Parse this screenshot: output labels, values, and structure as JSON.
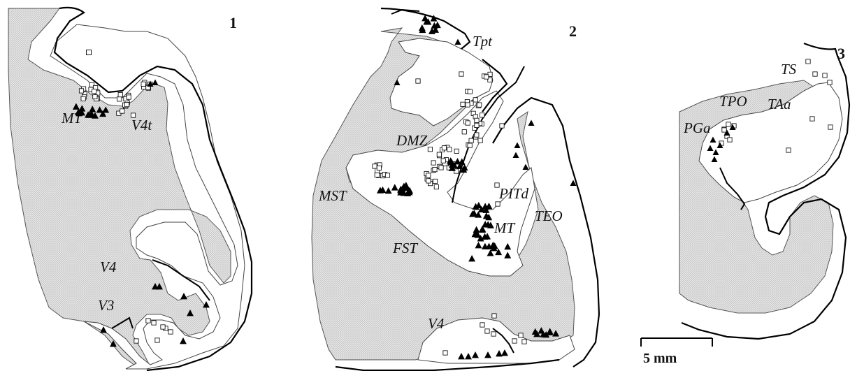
{
  "panels": [
    {
      "number": "1",
      "labels": [
        "MT",
        "V4t",
        "V4",
        "V3"
      ]
    },
    {
      "number": "2",
      "labels": [
        "Tpt",
        "DMZ",
        "MST",
        "PITd",
        "TEO",
        "MT",
        "FST",
        "V4"
      ]
    },
    {
      "number": "3",
      "labels": [
        "TS",
        "TPO",
        "TAa",
        "PGa"
      ]
    }
  ],
  "scale_bar": {
    "label": "5 mm"
  },
  "legend_markers": {
    "filled_triangle": "label-symbol",
    "open_square": "label-symbol"
  },
  "colors": {
    "gray_matter_stipple": "#d9d9d9",
    "outline": "#000000"
  }
}
